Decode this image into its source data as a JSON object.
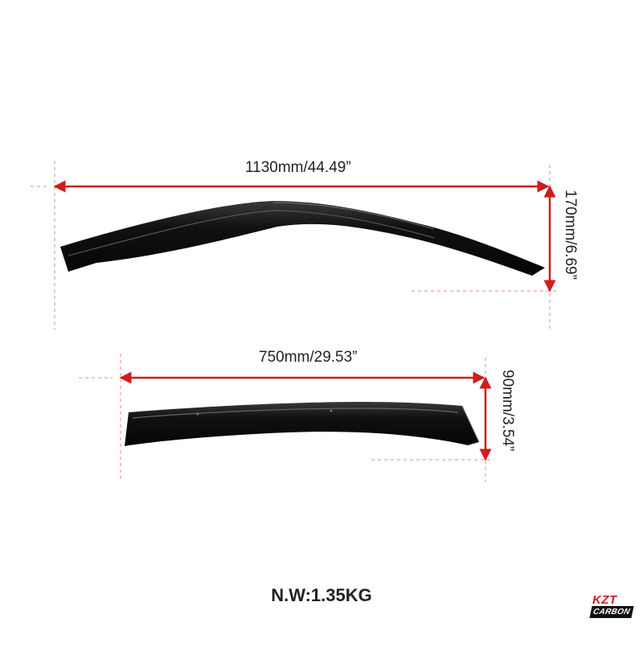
{
  "top_part": {
    "width_label": "1130mm/44.49”",
    "height_label": "170mm/6.69”"
  },
  "bottom_part": {
    "width_label": "750mm/29.53”",
    "height_label": "90mm/3.54”"
  },
  "weight_label": "N.W:1.35KG",
  "logo": {
    "top": "KZT",
    "bottom": "CARBON"
  },
  "colors": {
    "dimension_line": "#d01c1c",
    "guide": "#e88a8a",
    "part": "#141414",
    "text": "#222222"
  }
}
